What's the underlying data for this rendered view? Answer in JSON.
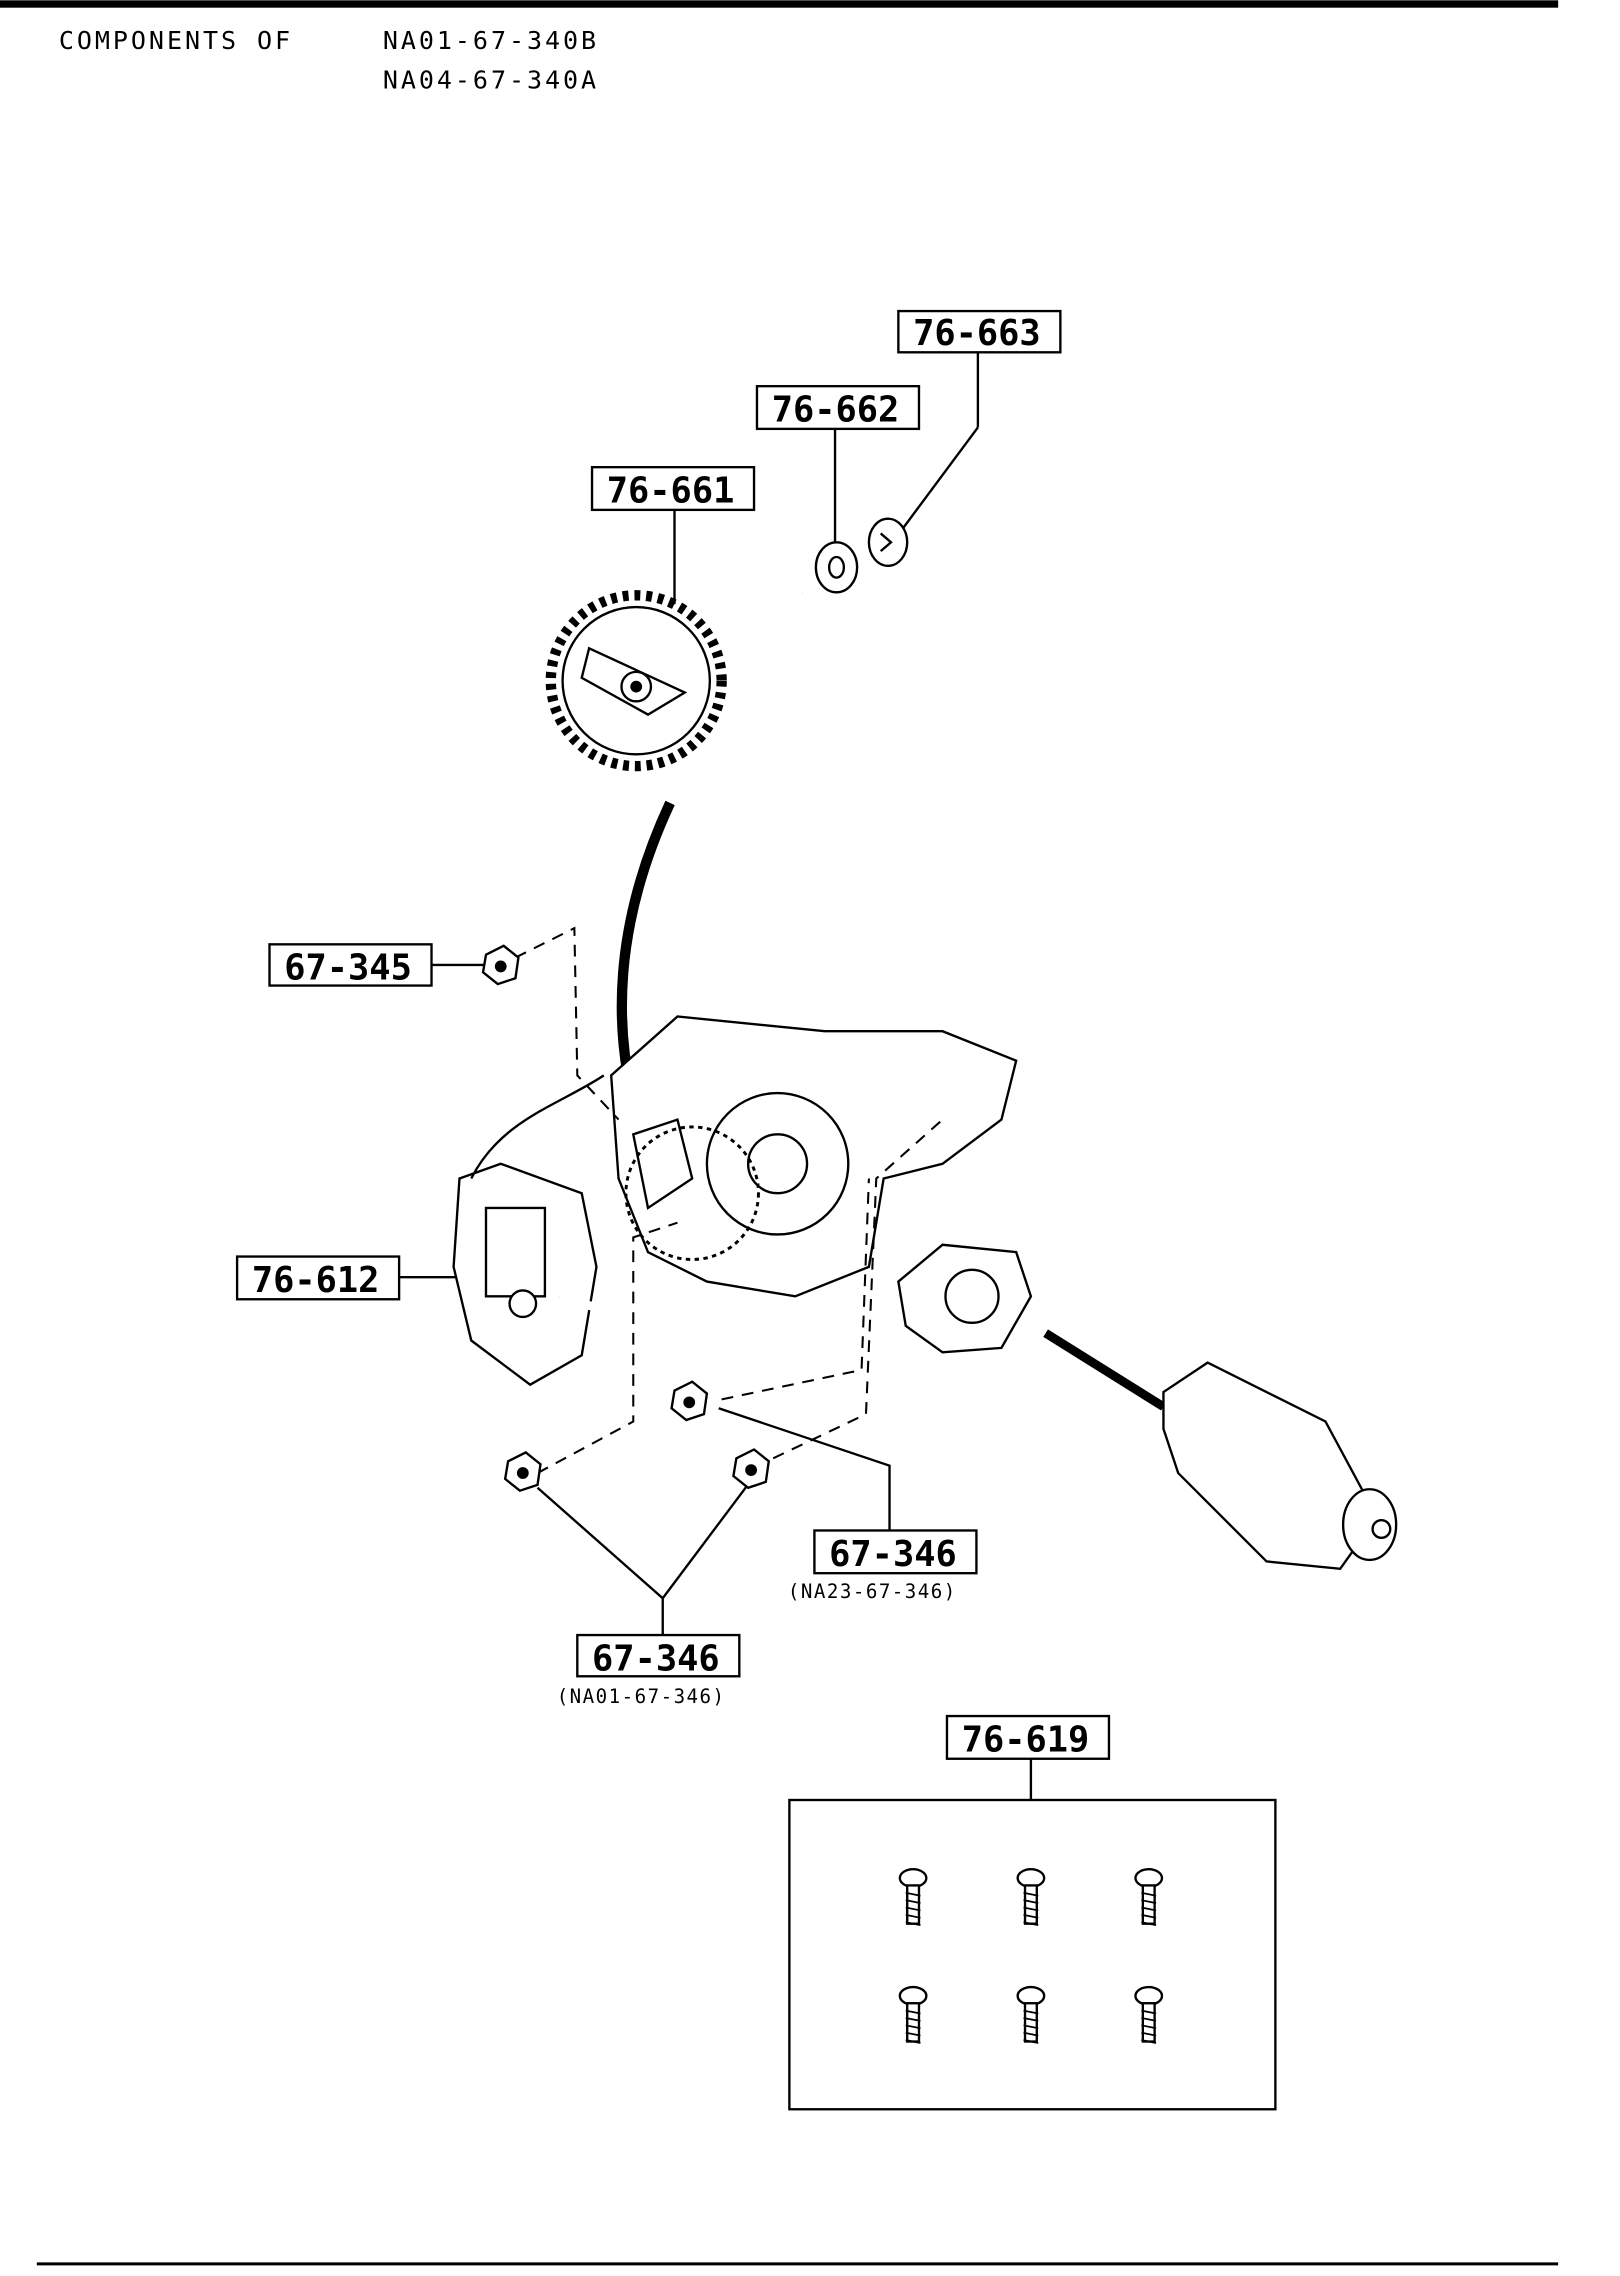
{
  "header": {
    "title_prefix": "COMPONENTS OF",
    "part_numbers": [
      "NA01-67-340B",
      "NA04-67-340A"
    ]
  },
  "callouts": {
    "c_76_663": "76-663",
    "c_76_662": "76-662",
    "c_76_661": "76-661",
    "c_67_345": "67-345",
    "c_76_612": "76-612",
    "c_67_346_right": "67-346",
    "c_67_346_right_sub": "(NA23-67-346)",
    "c_67_346_left": "67-346",
    "c_67_346_left_sub": "(NA01-67-346)",
    "c_76_619": "76-619"
  }
}
